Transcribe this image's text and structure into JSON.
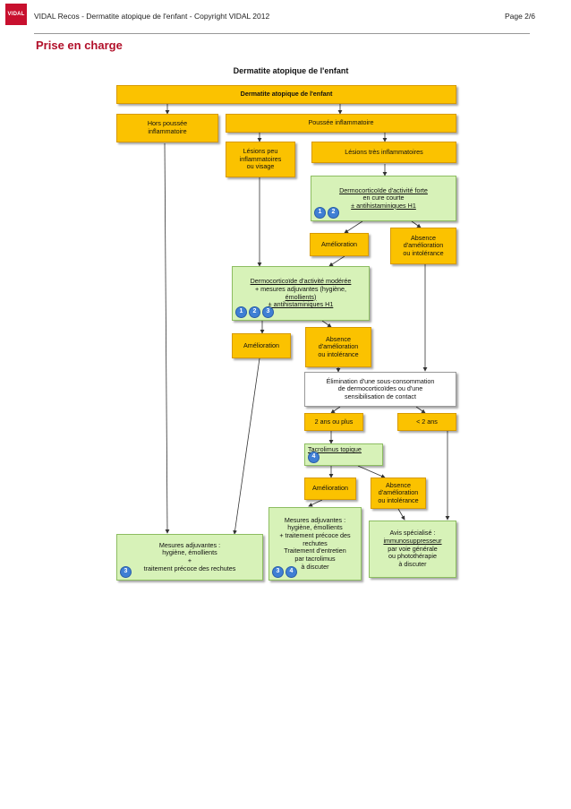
{
  "header": {
    "logo_text": "VIDAL",
    "left": "VIDAL Recos - Dermatite atopique de l'enfant - Copyright VIDAL 2012",
    "right": "Page 2/6"
  },
  "section_title": "Prise en charge",
  "figure_title": "Dermatite atopique de l'enfant",
  "colors": {
    "yellow": "#fbc200",
    "green": "#d7f2b8",
    "accent": "#b2102a",
    "badge": "#3f7fd4"
  },
  "nodes": {
    "root": [
      "Dermatite atopique de l'enfant"
    ],
    "hors": [
      "Hors poussée",
      "inflammatoire"
    ],
    "poussee": [
      "Poussée inflammatoire"
    ],
    "lesions_peu": [
      "Lésions peu",
      "inflammatoires",
      "ou visage"
    ],
    "lesions_tres": [
      "Lésions très inflammatoires"
    ],
    "dermo_forte": [
      "Dermocorticoïde d'activité forte",
      "en cure courte",
      "± antihistaminiques H1"
    ],
    "amelioration1": [
      "Amélioration"
    ],
    "absence1": [
      "Absence",
      "d'amélioration",
      "ou intolérance"
    ],
    "dermo_moderee": [
      "Dermocorticoïde d'activité modérée",
      "+ mesures adjuvantes (hygiène,",
      "émollients)",
      "± antihistaminiques H1"
    ],
    "amelioration2": [
      "Amélioration"
    ],
    "absence2": [
      "Absence",
      "d'amélioration",
      "ou intolérance"
    ],
    "elimination": [
      "Élimination d'une sous-consommation",
      "de dermocorticoïdes ou d'une",
      "sensibilisation de contact"
    ],
    "deux_ans_plus": [
      "2 ans ou plus"
    ],
    "moins_deux_ans": [
      "< 2 ans"
    ],
    "tacrolimus": [
      "Tacrolimus topique"
    ],
    "amelioration3": [
      "Amélioration"
    ],
    "absence3": [
      "Absence",
      "d'amélioration",
      "ou intolérance"
    ],
    "mesures_adj_left": [
      "Mesures adjuvantes :",
      "hygiène, émollients",
      "+",
      "traitement précoce des rechutes"
    ],
    "mesures_adj_mid": [
      "Mesures adjuvantes :",
      "hygiène, émollients",
      "+ traitement précoce des",
      "rechutes",
      "Traitement d'entretien",
      "par tacrolimus",
      "à discuter"
    ],
    "avis": [
      "Avis spécialisé :",
      "immunosuppresseur",
      "par voie générale",
      "ou photothérapie",
      "à discuter"
    ]
  },
  "badges": {
    "dermo_forte": [
      "1",
      "2"
    ],
    "dermo_moderee": [
      "1",
      "2",
      "3"
    ],
    "tacrolimus": [
      "4"
    ],
    "mesures_adj_left": [
      "3"
    ],
    "mesures_adj_mid": [
      "3",
      "4"
    ]
  }
}
